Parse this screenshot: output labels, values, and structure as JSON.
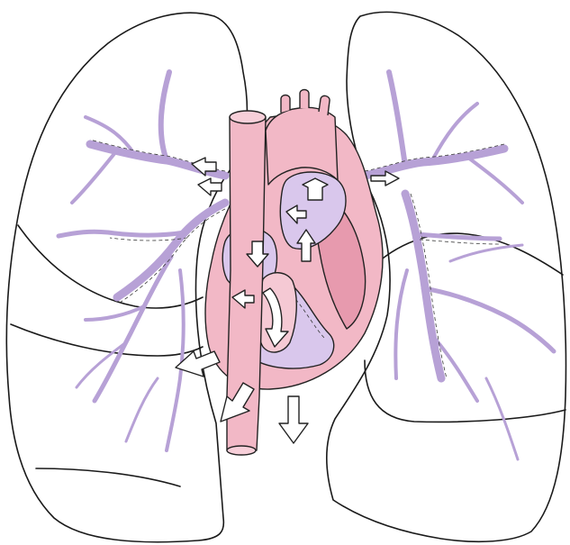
{
  "diagram": {
    "regions": [
      {
        "id": "left-lung",
        "icon": "lung-icon"
      },
      {
        "id": "right-lung",
        "icon": "lung-icon"
      },
      {
        "id": "heart",
        "icon": "heart-icon"
      },
      {
        "id": "vena-cava",
        "icon": "vessel-icon"
      },
      {
        "id": "aortic-arch",
        "icon": "vessel-icon"
      }
    ],
    "colors": {
      "heart_fill": "#f2b8c6",
      "heart_deep": "#e79aae",
      "chamber_fill": "#d9c7ec",
      "vessel": "#b7a1d6",
      "outline": "#1a1a1a",
      "arrow_fill": "#ffffff"
    },
    "arrow_count": 12
  }
}
